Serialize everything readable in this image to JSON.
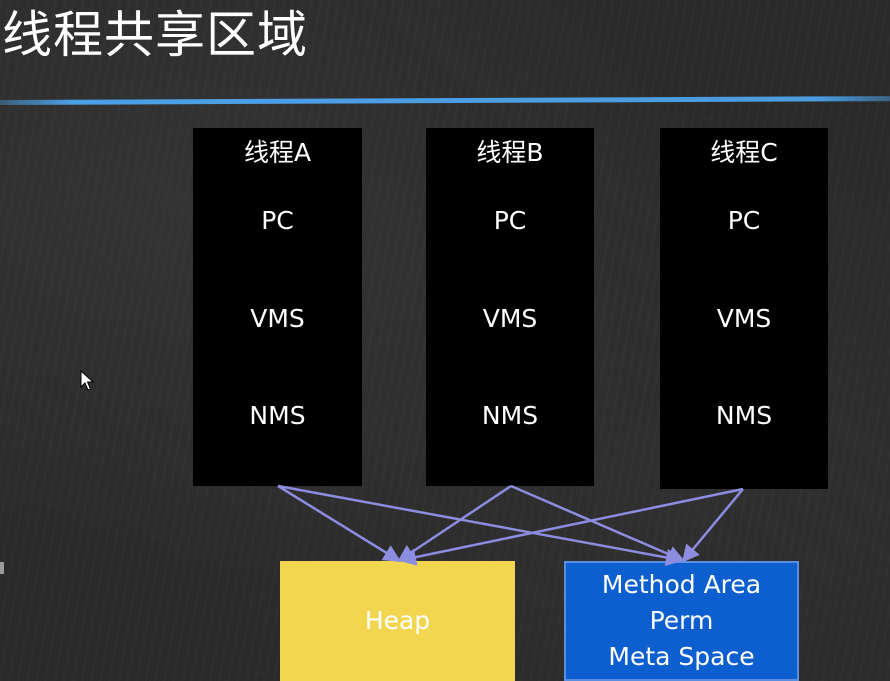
{
  "title": "线程共享区域",
  "threads": [
    {
      "name": "线程A",
      "items": [
        "PC",
        "VMS",
        "NMS"
      ]
    },
    {
      "name": "线程B",
      "items": [
        "PC",
        "VMS",
        "NMS"
      ]
    },
    {
      "name": "线程C",
      "items": [
        "PC",
        "VMS",
        "NMS"
      ]
    }
  ],
  "shared_areas": {
    "heap": {
      "label": "Heap",
      "color": "#f2d64f"
    },
    "method_area": {
      "lines": [
        "Method Area",
        "Perm",
        "Meta Space"
      ],
      "color": "#0d5fd0"
    }
  },
  "colors": {
    "underline": "#4a9ce0",
    "arrow": "#8c8ce0",
    "thread_box": "#000000"
  },
  "connections": [
    {
      "from": "线程A",
      "to": "Heap"
    },
    {
      "from": "线程A",
      "to": "Method Area"
    },
    {
      "from": "线程B",
      "to": "Heap"
    },
    {
      "from": "线程B",
      "to": "Method Area"
    },
    {
      "from": "线程C",
      "to": "Heap"
    },
    {
      "from": "线程C",
      "to": "Method Area"
    }
  ],
  "icons": {
    "cursor": "mouse-pointer-icon"
  }
}
